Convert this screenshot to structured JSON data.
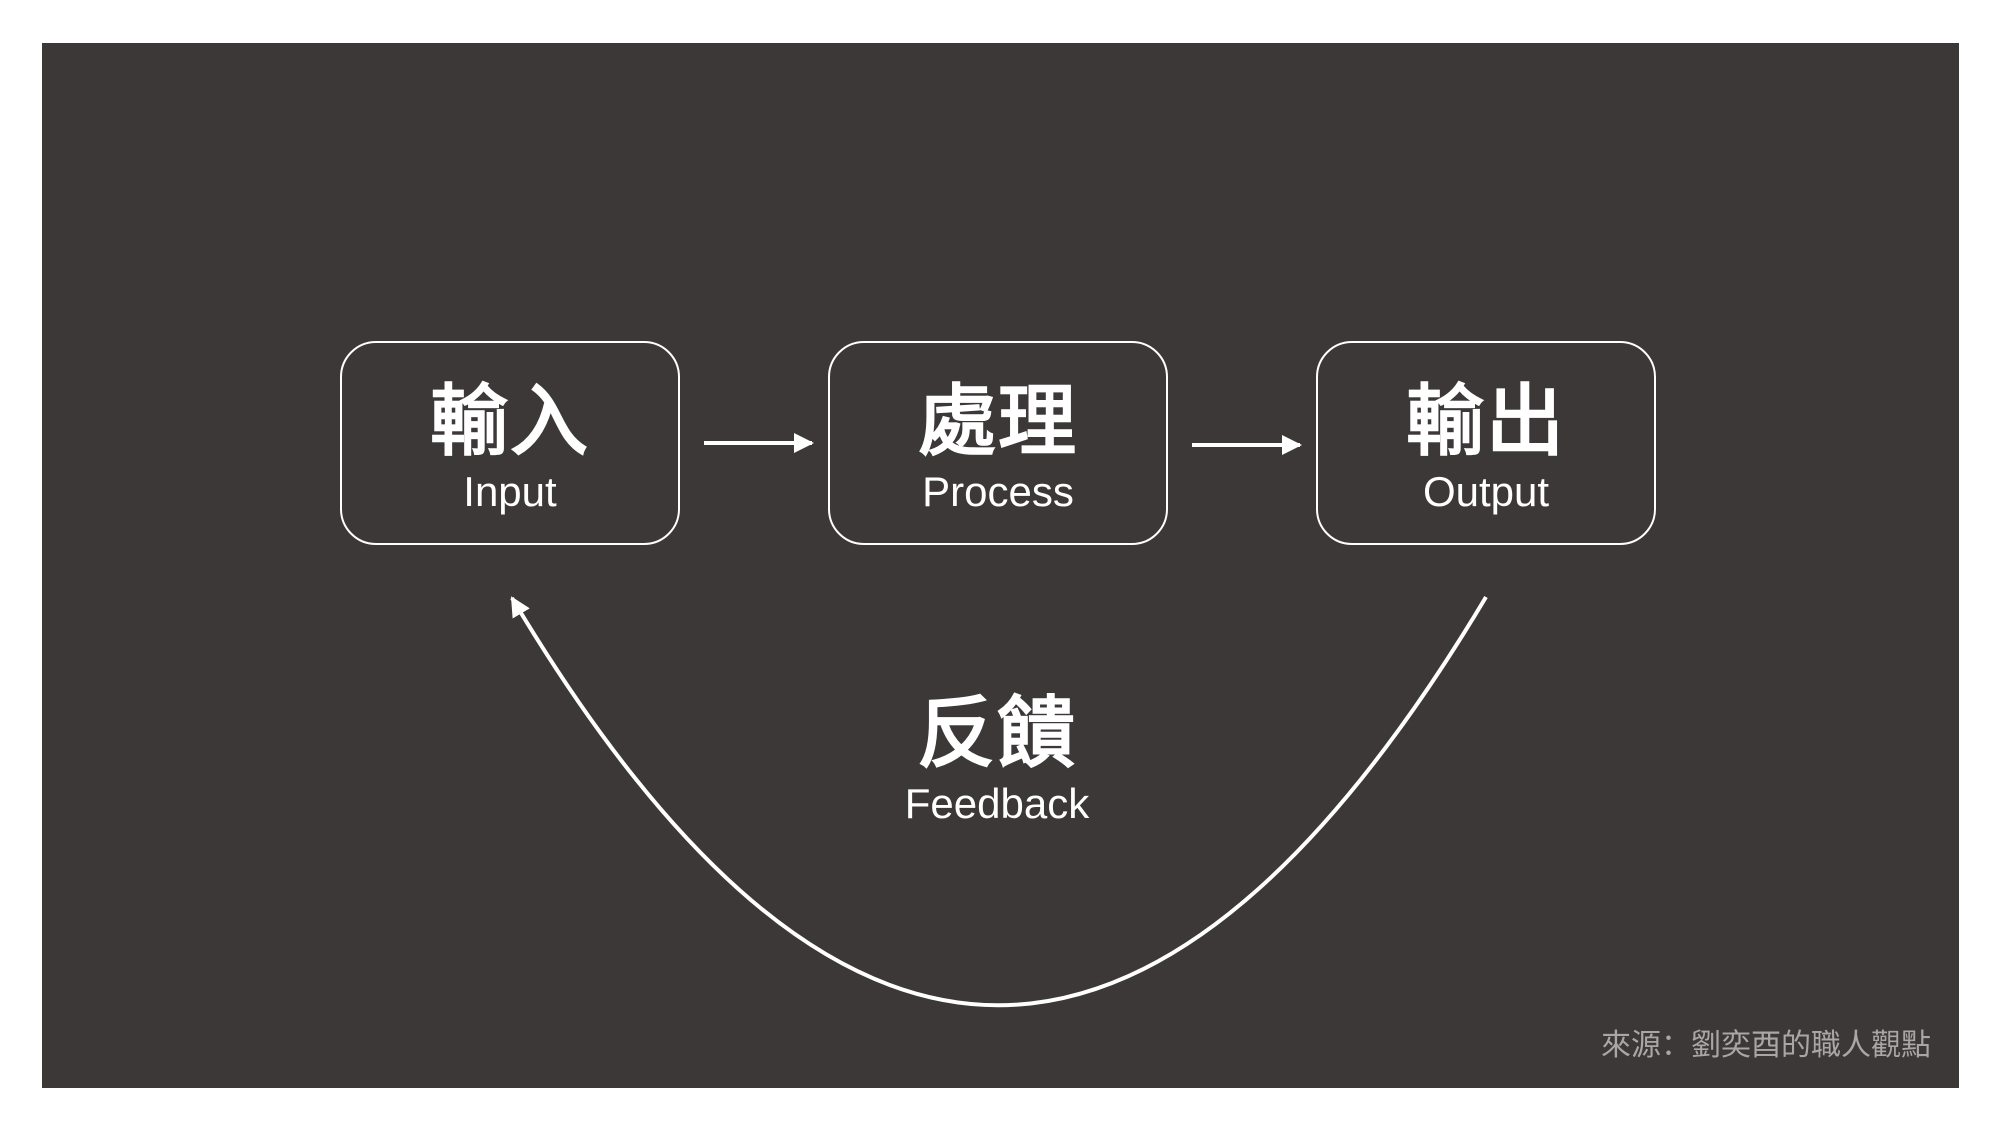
{
  "diagram": {
    "nodes": [
      {
        "id": "input",
        "zh": "輸入",
        "en": "Input"
      },
      {
        "id": "process",
        "zh": "處理",
        "en": "Process"
      },
      {
        "id": "output",
        "zh": "輸出",
        "en": "Output"
      }
    ],
    "feedback": {
      "zh": "反饋",
      "en": "Feedback"
    },
    "edges": [
      {
        "from": "input",
        "to": "process"
      },
      {
        "from": "process",
        "to": "output"
      },
      {
        "from": "output",
        "to": "input",
        "label": "feedback"
      }
    ]
  },
  "source": "來源：劉奕酉的職人觀點",
  "colors": {
    "background": "#3c3838",
    "foreground": "#ffffff",
    "source_text": "#a8a6a6",
    "page": "#ffffff"
  }
}
